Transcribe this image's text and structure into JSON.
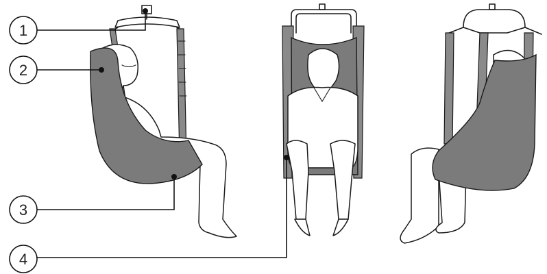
{
  "callouts": [
    {
      "number": "1",
      "part": "spreader-bar-attachment"
    },
    {
      "number": "2",
      "part": "sling-back"
    },
    {
      "number": "3",
      "part": "sling-bottom"
    },
    {
      "number": "4",
      "part": "leg-section"
    }
  ],
  "views": [
    "side",
    "front",
    "back"
  ],
  "colors": {
    "sling": "#7b7b7b",
    "line": "#1a1a1a",
    "background": "#ffffff"
  }
}
